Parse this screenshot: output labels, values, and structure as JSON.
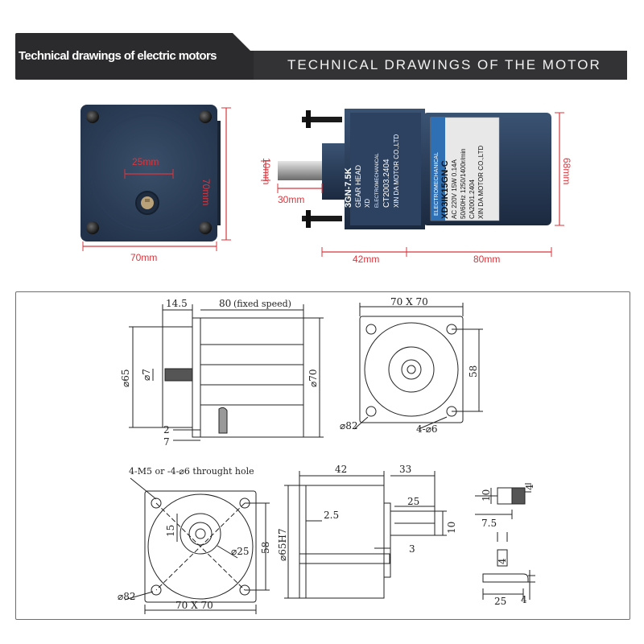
{
  "header": {
    "left_title": "Technical drawings of electric motors",
    "right_title": "TECHNICAL DRAWINGS OF THE MOTOR"
  },
  "photos": {
    "front": {
      "width_label": "70mm",
      "height_label": "70mm",
      "shaft_label": "25mm"
    },
    "side": {
      "shaft_dia_label": "10mm",
      "shaft_len_label": "30mm",
      "gear_len_label": "42mm",
      "motor_len_label": "80mm",
      "motor_dia_label": "68mm",
      "gearhead": {
        "model": "3GN-7.5K",
        "type": "GEAR HEAD",
        "brand": "XD",
        "sub": "ELECTROMECHANICAL",
        "code": "CT2003.2404",
        "maker": "XIN DA MOTOR CO.,LTD"
      },
      "motor": {
        "model": "XD3IK15GN-C",
        "brand": "ELECTROMECHANICAL",
        "spec1": "AC 220V   15W   0.14A",
        "spec2": "50/60Hz  1250/1400r/min",
        "code": "CA2001.2404",
        "maker": "XIN DA MOTOR CO.,LTD"
      }
    }
  },
  "drawing": {
    "top_left": {
      "d_14_5": "14.5",
      "d_80": "80",
      "d_80_note": "(fixed speed)",
      "d_65": "⌀65",
      "d_7dia": "⌀7",
      "d_70": "⌀70",
      "d_2": "2",
      "d_7": "7"
    },
    "top_right": {
      "d_70x70": "70 X 70",
      "d_58": "58",
      "d_82": "⌀82",
      "d_4x6": "4-⌀6"
    },
    "bottom_left": {
      "note": "4-M5 or -4-⌀6 throught hole",
      "d_15": "15",
      "d_25": "⌀25",
      "d_58": "58",
      "d_82": "⌀82",
      "d_70x70": "70 X 70"
    },
    "bottom_mid": {
      "d_42": "42",
      "d_33": "33",
      "d_25": "25",
      "d_2_5": "2.5",
      "d_65h7": "⌀65H7",
      "d_10": "10",
      "d_3": "3"
    },
    "bottom_right": {
      "d_10": "10",
      "d_4a": "4",
      "d_7_5": "7.5",
      "d_4b": "4",
      "d_25": "25",
      "d_4c": "4"
    }
  }
}
